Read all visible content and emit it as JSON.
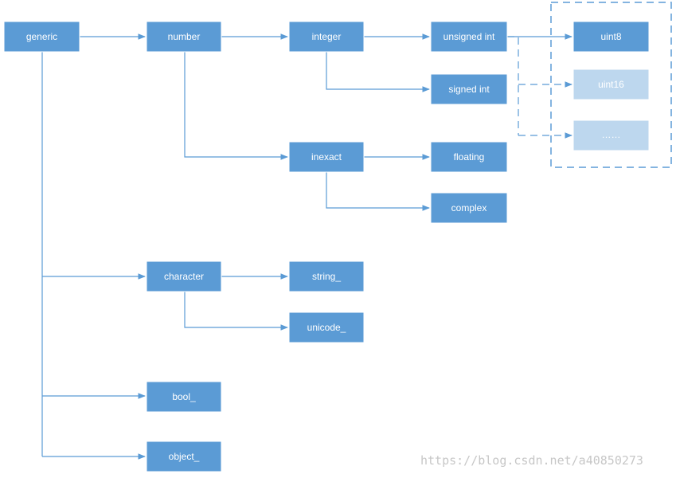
{
  "colors": {
    "node_fill": "#5b9bd5",
    "node_light_fill": "#bdd7ee",
    "node_stroke": "#ffffff",
    "edge": "#5b9bd5",
    "watermark": "#c7c7c7"
  },
  "nodes": {
    "generic": "generic",
    "number": "number",
    "integer": "integer",
    "unsigned_int": "unsigned int",
    "signed_int": "signed int",
    "inexact": "inexact",
    "floating": "floating",
    "complex": "complex",
    "character": "character",
    "string": "string_",
    "unicode": "unicode_",
    "bool": "bool_",
    "object": "object_",
    "uint8": "uint8",
    "uint16": "uint16",
    "more": "……"
  },
  "watermark": "https://blog.csdn.net/a40850273"
}
